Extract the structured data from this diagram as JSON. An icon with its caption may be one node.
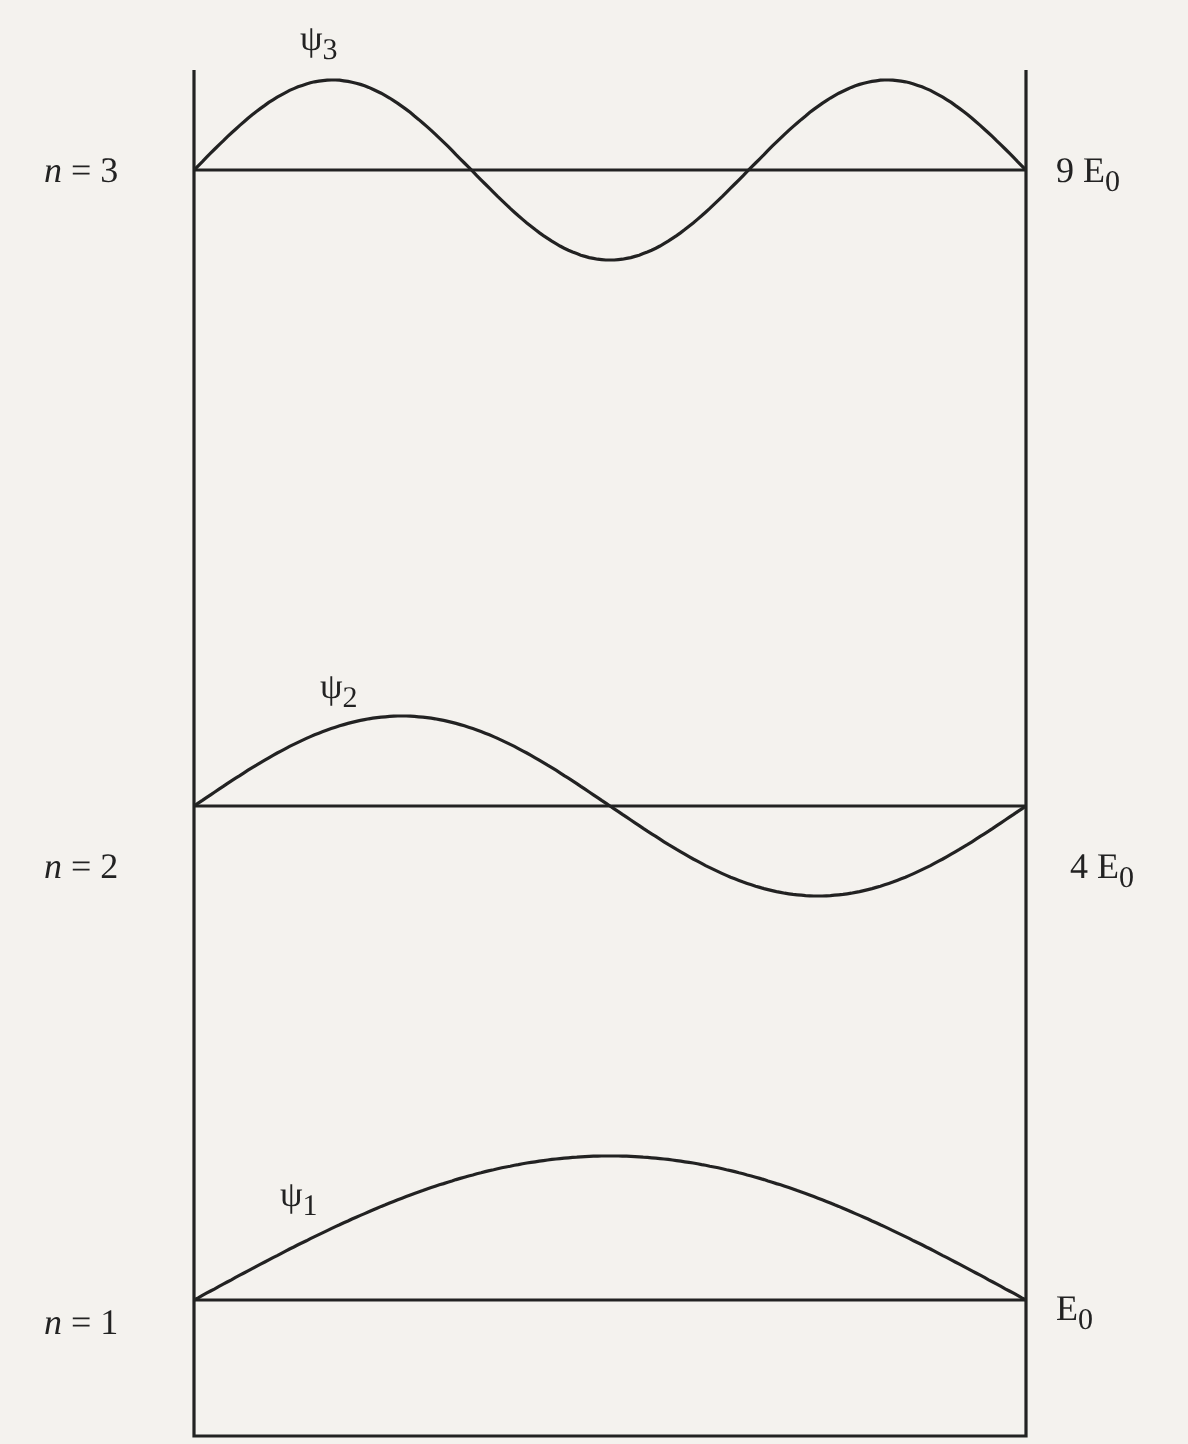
{
  "diagram": {
    "labels": [
      "ψ$_{3}$",
      "*n* = 3",
      "9 E$_{0}$",
      "ψ$_{2}$",
      "*n* = 2",
      "4 E$_{0}$",
      "ψ$_{1}$",
      "*n* = 1",
      "E$_{0}$"
    ]
  }
}
